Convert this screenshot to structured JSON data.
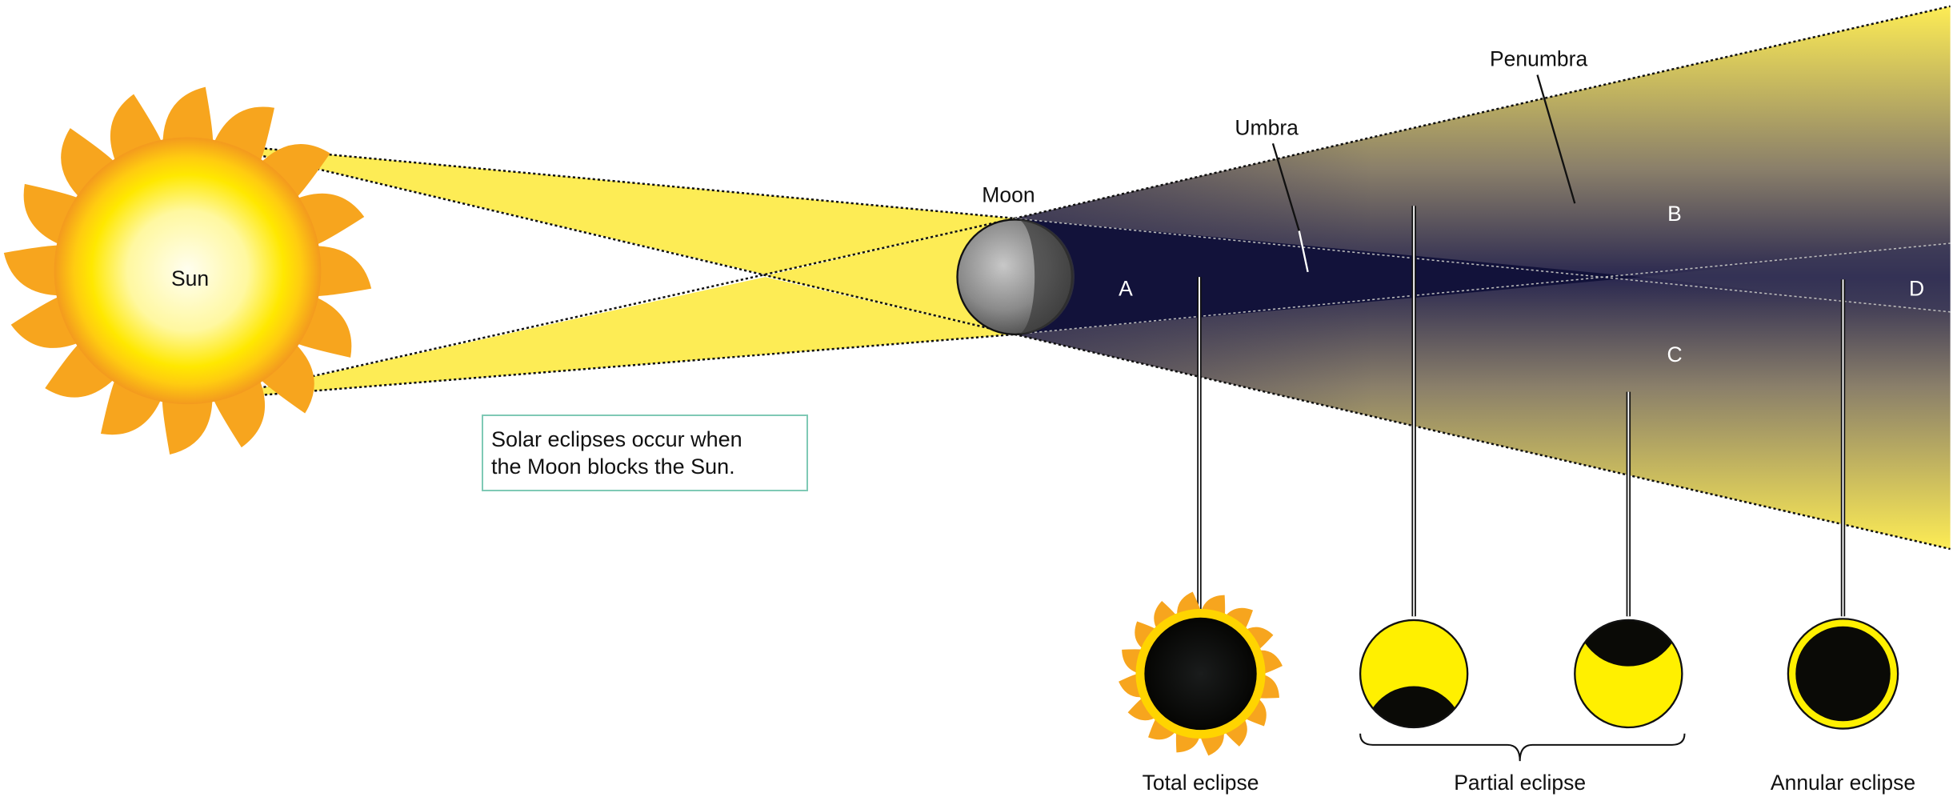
{
  "labels": {
    "sun": "Sun",
    "moon": "Moon",
    "umbra": "Umbra",
    "penumbra": "Penumbra",
    "region_a": "A",
    "region_b": "B",
    "region_c": "C",
    "region_d": "D"
  },
  "note": {
    "line1": "Solar eclipses occur when",
    "line2": "the Moon blocks the Sun."
  },
  "eclipse_types": {
    "total": "Total eclipse",
    "partial": "Partial eclipse",
    "annular": "Annular eclipse"
  },
  "colors": {
    "sunlight": "#fdec55",
    "umbra": "#12123a",
    "sun_outer": "#f39a1e",
    "eclipse_yellow": "#fff000",
    "note_border": "#7fc9b5"
  }
}
